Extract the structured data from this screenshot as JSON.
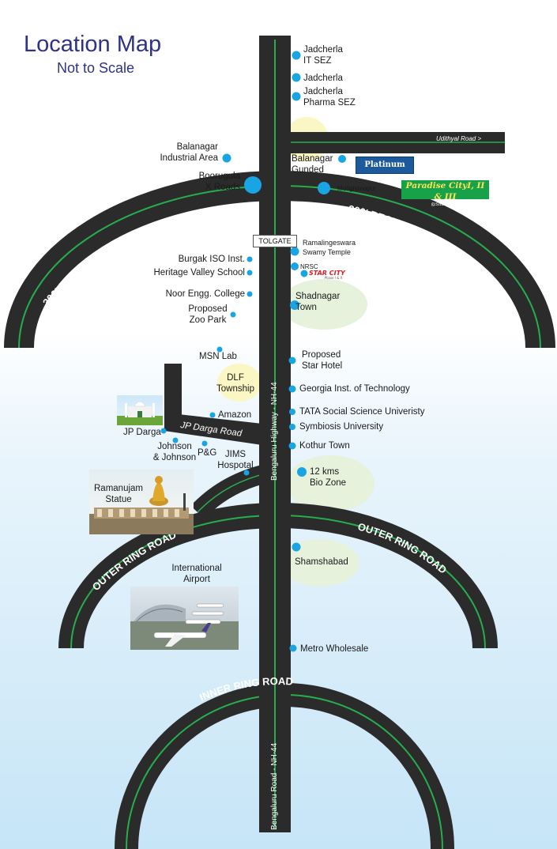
{
  "header": {
    "title": "Location Map",
    "subtitle": "Not to Scale"
  },
  "roads": {
    "regional": "300' REGIONAL RING ROAD",
    "outer": "OUTER RING ROAD",
    "inner": "INNER RING ROAD",
    "highway": "Bengaluru Highway - NH-44",
    "bengaluru_road": "Bengaluru Road - NH-44",
    "udithyal": "Udithyal Road >",
    "jp_darga": "JP Darga Road",
    "tolgate": "TOLGATE"
  },
  "brands": {
    "platinum_city": "Platinum City",
    "paradise_city": "Paradise CityI, II & III",
    "paradise_sub": "@Shadnagar",
    "star_city": "STAR CITY",
    "star_city_sub": "Phase I & II"
  },
  "landmarks": {
    "jadcherla_it_sez": "Jadcherla\nIT SEZ",
    "jadcherla": "Jadcherla",
    "jadcherla_pharma_sez": "Jadcherla\nPharma SEZ",
    "balanagar_industrial": "Balanagar\nIndustrial Area",
    "balanagar_gunded": "Balanagar\nGunded",
    "boorugula": "Boorugula\nX Roads",
    "motighanapur": "Motighanapur",
    "ramalingeswara": "Ramalingeswara\nSwamy Temple",
    "nrsc": "NRSC",
    "burgak": "Burgak ISO Inst.",
    "heritage": "Heritage Valley School",
    "noor": "Noor Engg. College",
    "zoo_park": "Proposed\nZoo Park",
    "shadnagar": "Shadnagar\nTown",
    "msn_lab": "MSN Lab",
    "star_hotel": "Proposed\nStar Hotel",
    "dlf": "DLF\nTownship",
    "georgia": "Georgia Inst. of Technology",
    "amazon": "Amazon",
    "tata": "TATA Social Science Univeristy",
    "symbiosis": "Symbiosis University",
    "jp_darga": "JP Darga",
    "johnson": "Johnson\n& Johnson",
    "pg": "P&G",
    "jims": "JIMS\nHospotal",
    "kothur": "Kothur Town",
    "bio_zone": "12 kms\nBio Zone",
    "ramanujam": "Ramanujam\nStatue",
    "shamshabad": "Shamshabad",
    "airport": "International\nAirport",
    "metro": "Metro Wholesale"
  },
  "colors": {
    "road": "#2b2b2b",
    "road_stripe": "#27ad4e",
    "dot": "#19a4e3",
    "title": "#2e3383",
    "highlight_green": "#e6f2dc",
    "highlight_yellow": "#fbf7c4"
  }
}
